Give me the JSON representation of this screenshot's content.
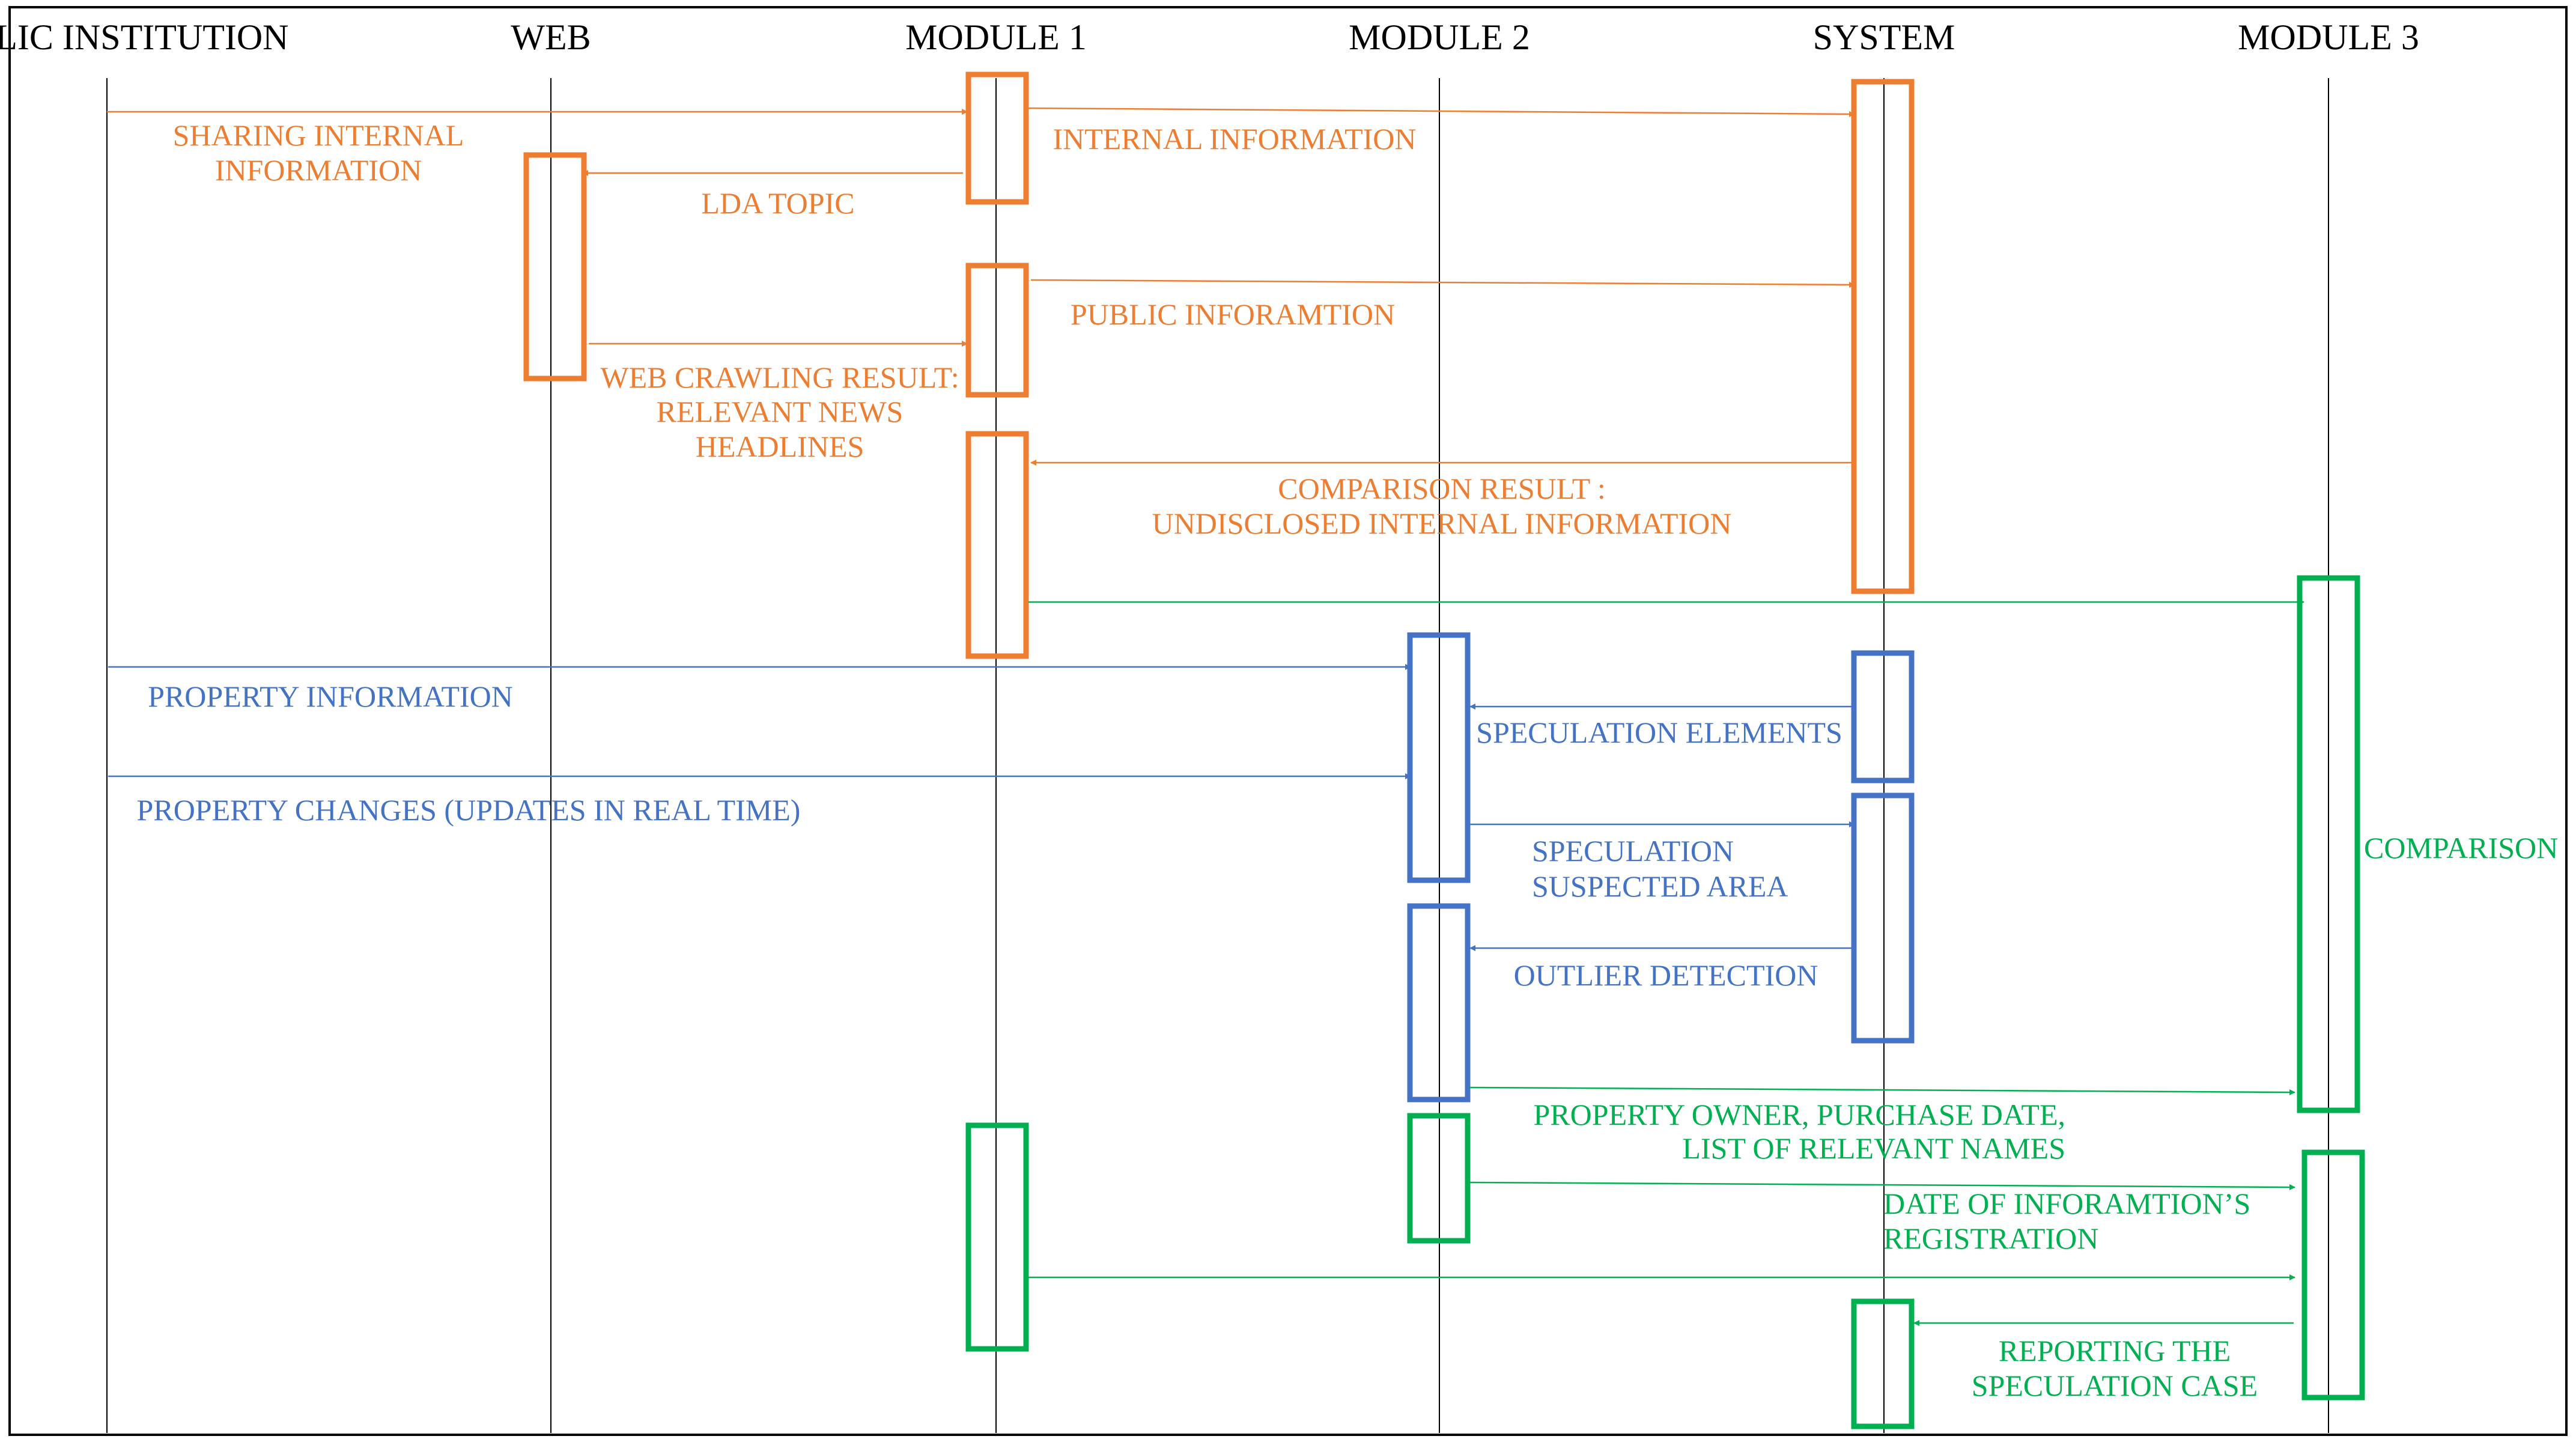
{
  "colors": {
    "orange": "#ED7D31",
    "blue": "#4472C4",
    "green": "#00B050",
    "line": "#000000"
  },
  "participants": [
    {
      "id": "public",
      "label": "PUBLIC INSTITUTION"
    },
    {
      "id": "web",
      "label": "WEB"
    },
    {
      "id": "m1",
      "label": "MODULE 1"
    },
    {
      "id": "m2",
      "label": "MODULE 2"
    },
    {
      "id": "sys",
      "label": "SYSTEM"
    },
    {
      "id": "m3",
      "label": "MODULE 3"
    }
  ],
  "messages": [
    {
      "from": "public",
      "to": "m1",
      "color": "orange",
      "label": [
        "SHARING INTERNAL",
        "INFORMATION"
      ]
    },
    {
      "from": "m1",
      "to": "sys",
      "color": "orange",
      "label": [
        "INTERNAL INFORMATION"
      ]
    },
    {
      "from": "m1",
      "to": "web",
      "color": "orange",
      "label": [
        "LDA TOPIC"
      ]
    },
    {
      "from": "m1",
      "to": "sys",
      "color": "orange",
      "label": [
        "PUBLIC INFORAMTION"
      ]
    },
    {
      "from": "web",
      "to": "m1",
      "color": "orange",
      "label": [
        "WEB CRAWLING RESULT:",
        "RELEVANT NEWS",
        "HEADLINES"
      ]
    },
    {
      "from": "sys",
      "to": "m1",
      "color": "orange",
      "label": [
        "COMPARISON RESULT :",
        "UNDISCLOSED INTERNAL INFORMATION"
      ]
    },
    {
      "from": "m1",
      "to": "m3",
      "color": "green",
      "label": []
    },
    {
      "from": "public",
      "to": "m2",
      "color": "blue",
      "label": [
        "PROPERTY INFORMATION"
      ]
    },
    {
      "from": "sys",
      "to": "m2",
      "color": "blue",
      "label": [
        "SPECULATION ELEMENTS"
      ]
    },
    {
      "from": "public",
      "to": "m2",
      "color": "blue",
      "label": [
        "PROPERTY CHANGES (UPDATES IN REAL TIME)"
      ]
    },
    {
      "from": "m2",
      "to": "sys",
      "color": "blue",
      "label": [
        "SPECULATION",
        "SUSPECTED AREA"
      ]
    },
    {
      "from": "sys",
      "to": "m2",
      "color": "blue",
      "label": [
        "OUTLIER DETECTION"
      ]
    },
    {
      "from": "m2",
      "to": "m3",
      "color": "green",
      "label": [
        "PROPERTY OWNER, PURCHASE DATE,",
        "LIST OF RELEVANT NAMES"
      ]
    },
    {
      "from": "m2",
      "to": "m3",
      "color": "green",
      "label": [
        "DATE OF INFORAMTION’S",
        "REGISTRATION"
      ]
    },
    {
      "from": "m1",
      "to": "m3",
      "color": "green",
      "label": []
    },
    {
      "from": "m3",
      "to": "sys",
      "color": "green",
      "label": [
        "REPORTING THE",
        "SPECULATION CASE"
      ]
    }
  ],
  "activations": [
    {
      "on": "m1",
      "color": "orange"
    },
    {
      "on": "m1",
      "color": "orange"
    },
    {
      "on": "m1",
      "color": "orange"
    },
    {
      "on": "web",
      "color": "orange"
    },
    {
      "on": "sys",
      "color": "orange"
    },
    {
      "on": "m2",
      "color": "blue"
    },
    {
      "on": "m2",
      "color": "blue"
    },
    {
      "on": "sys",
      "color": "blue"
    },
    {
      "on": "sys",
      "color": "blue"
    },
    {
      "on": "m3",
      "color": "green",
      "label": "COMPARISON"
    },
    {
      "on": "m3",
      "color": "green"
    },
    {
      "on": "m1",
      "color": "green"
    },
    {
      "on": "m2",
      "color": "green"
    },
    {
      "on": "sys",
      "color": "green"
    }
  ]
}
